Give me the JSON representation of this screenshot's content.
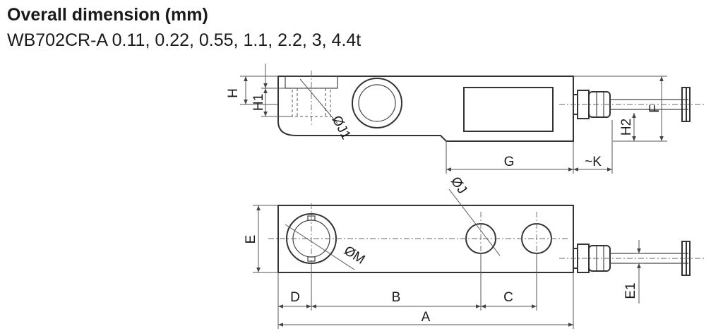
{
  "heading": {
    "title": "Overall dimension (mm)",
    "subtitle": "WB702CR-A 0.11, 0.22, 0.55, 1.1, 2.2, 3, 4.4t"
  },
  "labels": {
    "H": "H",
    "H1": "H1",
    "J1": "ØJ1",
    "F": "F",
    "H2": "H2",
    "G": "G",
    "K": "~K",
    "J": "ØJ",
    "E": "E",
    "M": "ØM",
    "E1": "E1",
    "D": "D",
    "B": "B",
    "C": "C",
    "A": "A"
  }
}
